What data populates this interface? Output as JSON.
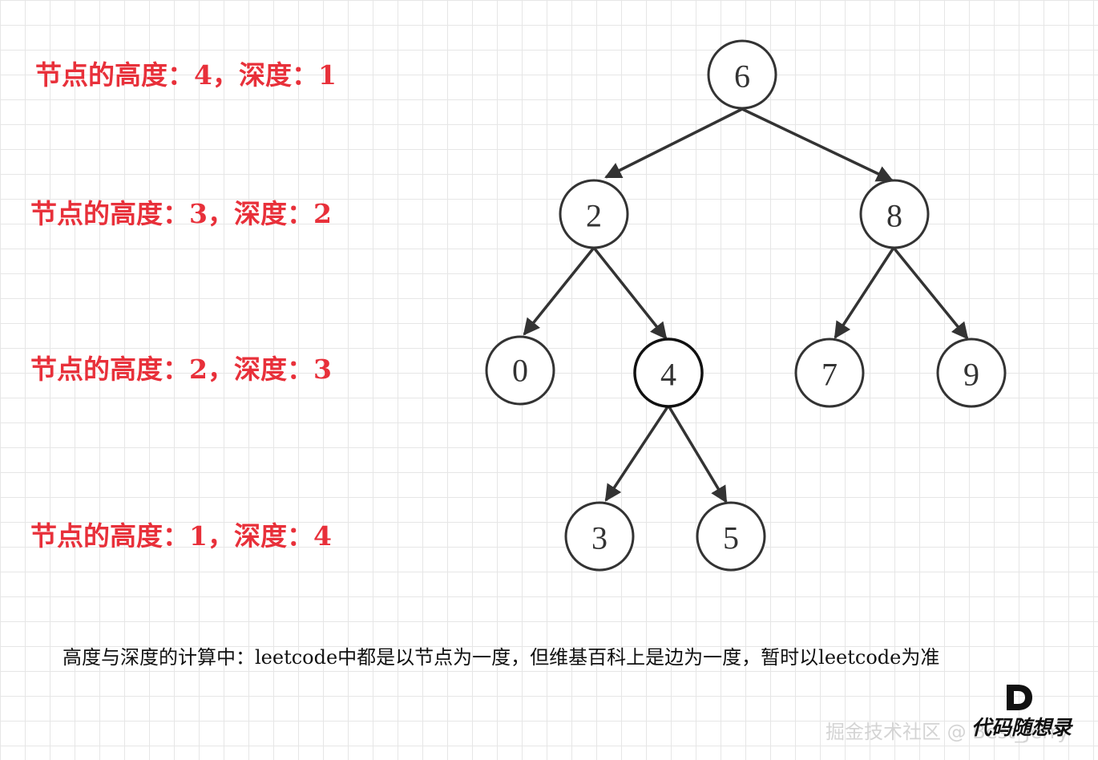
{
  "labels": {
    "level1": "节点的高度：4，深度：1",
    "level2": "节点的高度：3，深度：2",
    "level3": "节点的高度：2，深度：3",
    "level4": "节点的高度：1，深度：4"
  },
  "tree": {
    "nodes": {
      "n6": "6",
      "n2": "2",
      "n8": "8",
      "n0": "0",
      "n4": "4",
      "n7": "7",
      "n9": "9",
      "n3": "3",
      "n5": "5"
    },
    "edges": [
      [
        "6",
        "2"
      ],
      [
        "6",
        "8"
      ],
      [
        "2",
        "0"
      ],
      [
        "2",
        "4"
      ],
      [
        "8",
        "7"
      ],
      [
        "8",
        "9"
      ],
      [
        "4",
        "3"
      ],
      [
        "4",
        "5"
      ]
    ]
  },
  "note": "高度与深度的计算中：leetcode中都是以节点为一度，但维基百科上是边为一度，暂时以leetcode为准",
  "watermark": {
    "site": "掘金技术社区 @ Best_Jerry",
    "brand": "代码随想录"
  },
  "colors": {
    "label": "#e8303a",
    "node_stroke": "#333333",
    "grid": "#e6e6e6"
  }
}
